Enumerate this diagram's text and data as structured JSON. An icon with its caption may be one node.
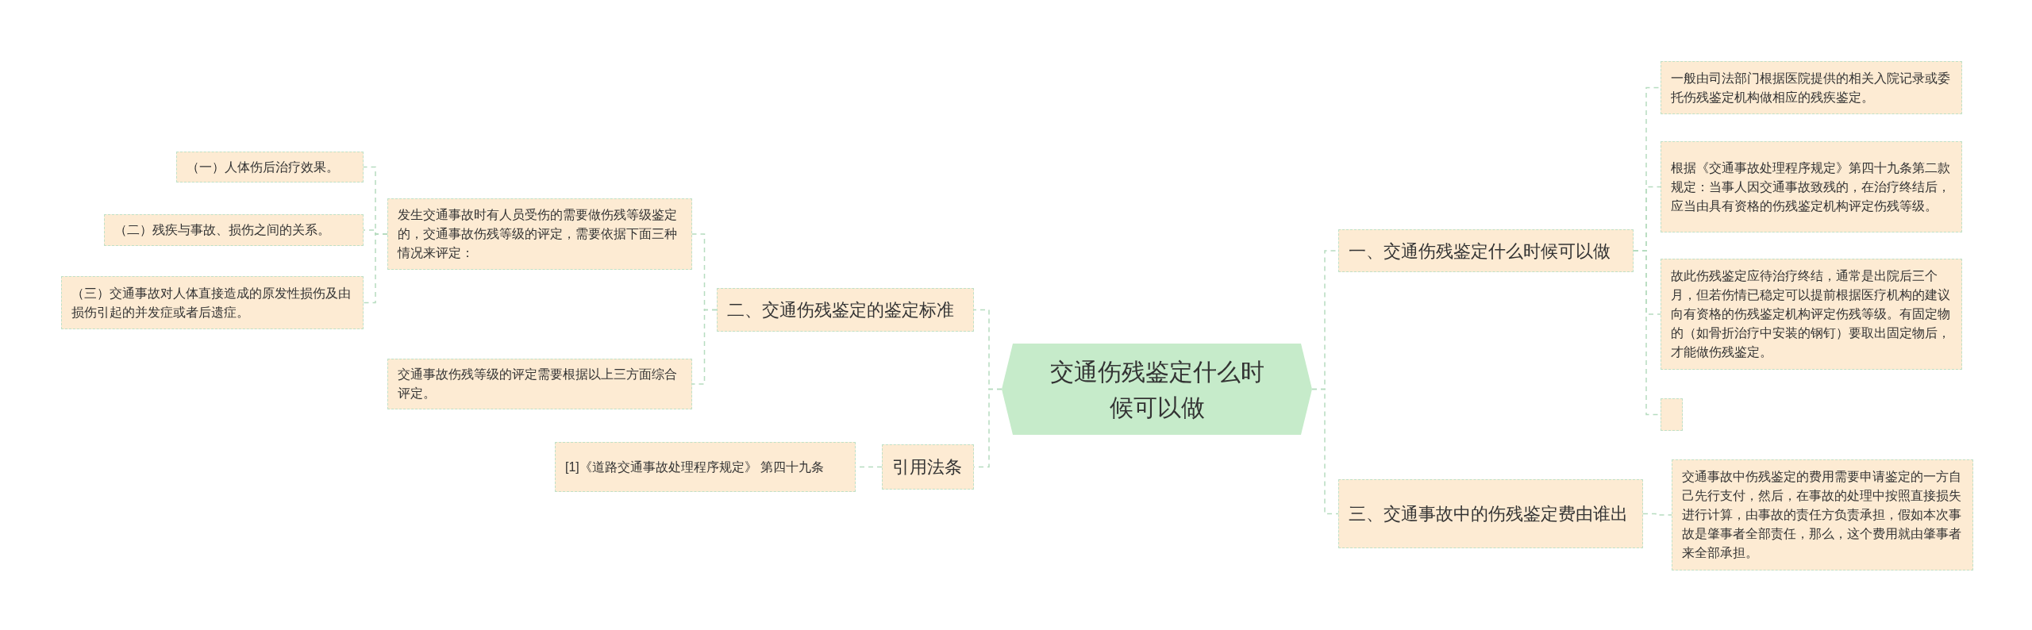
{
  "diagram": {
    "nodes": [
      {
        "text": [
          "交通伤残鉴定什么时候可以做"
        ]
      },
      {
        "text": [
          "一、交通伤残鉴定什么时候可以做"
        ]
      },
      {
        "text": [
          "一般由司法部门根据医院提供的相关入院记录或委托伤残鉴定机构做相应的残疾鉴定。"
        ]
      },
      {
        "text": [
          "根据《交通事故处理程序规定》第四十九条第二款规定：当事人因交通事故致残的，在治疗终结后，应当由具有资格的伤残鉴定机构评定伤残等级。"
        ]
      },
      {
        "text": [
          "故此伤残鉴定应待治疗终结，通常是出院后三个月，但若伤情已稳定可以提前根据医疗机构的建议向有资格的伤残鉴定机构评定伤残等级。有固定物的（如骨折治疗中安装的钢钉）要取出固定物后，才能做伤残鉴定。"
        ]
      },
      {
        "text": [],
        "shape": "box"
      },
      {
        "text": [
          "三、交通事故中的伤残鉴定费由谁出"
        ]
      },
      {
        "text": [
          "交通事故中伤残鉴定的费用需要申请鉴定的一方自己先行支付，然后，在事故的处理中按照直接损失进行计算，由事故的责任方负责承担，假如本次事故是肇事者全部责任，那么，这个费用就由肇事者来全部承担。"
        ]
      },
      {
        "text": [
          "二、交通伤残鉴定的鉴定标准"
        ]
      },
      {
        "text": [
          "发生交通事故时有人员受伤的需要做伤残等级鉴定的，交通事故伤残等级的评定，需要依据下面三种情况来评定："
        ]
      },
      {
        "text": [
          "（一）人体伤后治疗效果。"
        ]
      },
      {
        "text": [
          "（二）残疾与事故、损伤之间的关系。"
        ]
      },
      {
        "text": [
          "（三）交通事故对人体直接造成的原发性损伤及由损伤引起的并发症或者后遗症。"
        ]
      },
      {
        "text": [
          "交通事故伤残等级的评定需要根据以上三方面综合评定。"
        ]
      },
      {
        "text": [
          "引用法条"
        ]
      },
      {
        "text": [
          "[1]《道路交通事故处理程序规定》 第四十九条"
        ]
      }
    ],
    "edges": [
      {
        "from": 0,
        "to": 1,
        "arrow": "none",
        "style": "dashed"
      },
      {
        "from": 1,
        "to": 2,
        "arrow": "none",
        "style": "dashed"
      },
      {
        "from": 1,
        "to": 3,
        "arrow": "none",
        "style": "dashed"
      },
      {
        "from": 1,
        "to": 4,
        "arrow": "none",
        "style": "dashed"
      },
      {
        "from": 1,
        "to": 5,
        "arrow": "none",
        "style": "dashed"
      },
      {
        "from": 0,
        "to": 6,
        "arrow": "none",
        "style": "dashed"
      },
      {
        "from": 6,
        "to": 7,
        "arrow": "none",
        "style": "dashed"
      },
      {
        "from": 0,
        "to": 8,
        "arrow": "none",
        "style": "dashed"
      },
      {
        "from": 8,
        "to": 9,
        "arrow": "none",
        "style": "dashed"
      },
      {
        "from": 9,
        "to": 10,
        "arrow": "none",
        "style": "dashed"
      },
      {
        "from": 9,
        "to": 11,
        "arrow": "none",
        "style": "dashed"
      },
      {
        "from": 9,
        "to": 12,
        "arrow": "none",
        "style": "dashed"
      },
      {
        "from": 8,
        "to": 13,
        "arrow": "none",
        "style": "dashed"
      },
      {
        "from": 0,
        "to": 14,
        "arrow": "none",
        "style": "dashed"
      },
      {
        "from": 14,
        "to": 15,
        "arrow": "none",
        "style": "dashed"
      }
    ]
  }
}
